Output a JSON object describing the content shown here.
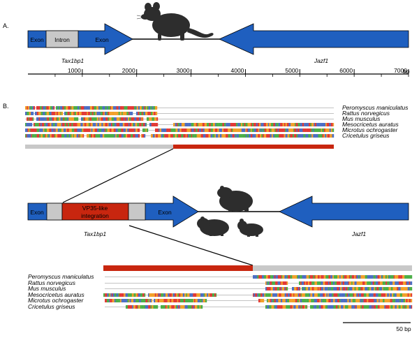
{
  "panels": {
    "a": {
      "label": "A.",
      "gene_tax": "Tax1bp1",
      "gene_jazf": "Jazf1",
      "boxes": [
        "Exon",
        "Intron",
        "Exon"
      ],
      "axis": {
        "unit": "bp",
        "ticks": [
          "1000",
          "2000",
          "3000",
          "4000",
          "5000",
          "6000",
          "7000"
        ],
        "tick_values": [
          1000,
          2000,
          3000,
          4000,
          5000,
          6000,
          7000
        ]
      }
    },
    "b": {
      "label": "B.",
      "species": [
        "Peromyscus maniculatus",
        "Rattus norvegicus",
        "Mus musculus",
        "Mesocricetus auratus",
        "Microtus ochrogaster",
        "Cricetulus griseus"
      ],
      "construct": {
        "exon_left": "Exon",
        "integration": "VP35-like integration",
        "integration_line1": "VP35-like",
        "integration_line2": "integration",
        "exon_right": "Exon",
        "gene_tax": "Tax1bp1",
        "gene_jazf": "Jazf1"
      },
      "scale_bar": "50 bp"
    }
  },
  "colors": {
    "exon_blue": "#1f5fbf",
    "intron_grey": "#c8c8c8",
    "integration_red": "#c8260f",
    "track_grey": "#c8c8c8",
    "base_red": "#e23a36",
    "base_green": "#4caf48",
    "base_orange": "#f2a12a",
    "base_blue": "#4d6fc4",
    "silhouette": "#2d2d2d"
  },
  "icons": [
    "mouse-silhouette-icon",
    "vole-silhouette-icon",
    "hamster-silhouette-icon",
    "gerbil-silhouette-icon"
  ]
}
